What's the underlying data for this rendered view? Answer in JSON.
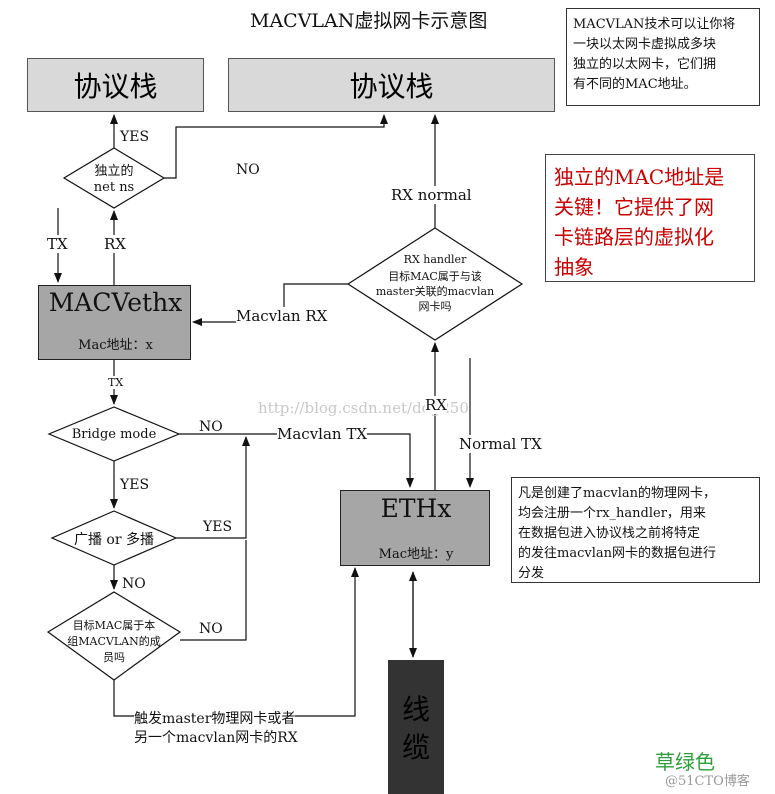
{
  "title": "MACVLAN虚拟网卡示意图",
  "top_note": {
    "lines": [
      "MACVLAN技术可以让你将",
      "一块以太网卡虚拟成多块",
      "独立的以太网卡，它们拥",
      "有不同的MAC地址。"
    ]
  },
  "red_note": {
    "lines": [
      "独立的MAC地址是",
      "关键！它提供了网",
      "卡链路层的虚拟化",
      "抽象"
    ],
    "color": "#cc0000"
  },
  "stack_left": "协议栈",
  "stack_right": "协议栈",
  "netns_decision": {
    "lines": [
      "独立的",
      "net ns"
    ]
  },
  "labels": {
    "yes_top": "YES",
    "no_top": "NO",
    "tx": "TX",
    "rx": "RX",
    "rx_normal": "RX normal",
    "macvlan_rx": "Macvlan RX",
    "tx_small": "TX",
    "no_bridge": "NO",
    "macvlan_tx": "Macvlan TX",
    "rx_eth": "RX",
    "normal_tx": "Normal TX",
    "yes_bridge": "YES",
    "yes_bcast": "YES",
    "no_bcast": "NO",
    "no_member": "NO"
  },
  "rx_handler_decision": {
    "lines": [
      "RX handler",
      "目标MAC属于与该",
      "master关联的macvlan",
      "网卡吗"
    ]
  },
  "macvethx": {
    "name": "MACVethx",
    "mac": "Mac地址：x"
  },
  "bridge_decision": "Bridge mode",
  "bcast_decision": "广播 or 多播",
  "member_decision": {
    "lines": [
      "目标MAC属于本",
      "组MACVLAN的成",
      "员吗"
    ]
  },
  "ethx": {
    "name": "ETHx",
    "mac": "Mac地址：y"
  },
  "ethx_note": {
    "lines": [
      "凡是创建了macvlan的物理网卡，",
      "均会注册一个rx_handler，用来",
      "在数据包进入协议栈之前将特定",
      "的发往macvlan网卡的数据包进行",
      "分发"
    ]
  },
  "trigger_text": {
    "lines": [
      "触发master物理网卡或者",
      "另一个macvlan网卡的RX"
    ]
  },
  "cable": {
    "lines": [
      "线",
      "缆"
    ]
  },
  "watermark": "http://blog.csdn.net/dog250",
  "green_label": {
    "text": "草绿色",
    "color": "#2e9e3a"
  },
  "site_badge": "@51CTO博客"
}
